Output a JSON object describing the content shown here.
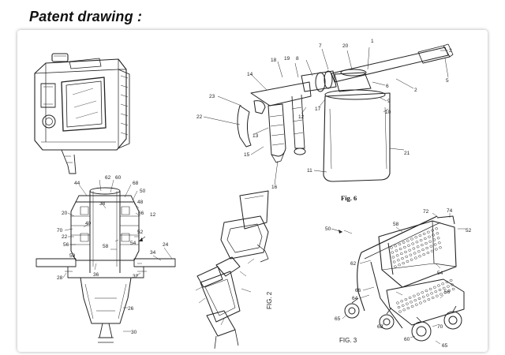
{
  "header": {
    "title": "Patent drawing :"
  },
  "figures": {
    "camera": {
      "icon": "action-camera-housing-drawing"
    },
    "sprayer": {
      "caption": "Fig. 6",
      "labels": [
        "1",
        "20",
        "7",
        "19",
        "8",
        "18",
        "14",
        "23",
        "22",
        "13",
        "15",
        "16",
        "17",
        "12",
        "6",
        "2",
        "5",
        "3",
        "9",
        "10",
        "21",
        "11"
      ]
    },
    "cross_section": {
      "labels": [
        "62",
        "60",
        "44",
        "68",
        "50",
        "48",
        "38",
        "66",
        "12",
        "20",
        "70",
        "22",
        "56",
        "58",
        "40",
        "54",
        "52",
        "59",
        "24",
        "34",
        "28",
        "32",
        "36",
        "26",
        "30"
      ]
    },
    "buckle": {
      "caption": "FIG. 2"
    },
    "cart": {
      "caption": "FIG. 3",
      "labels": [
        "72",
        "74",
        "50",
        "58",
        "52",
        "62",
        "54",
        "66",
        "64",
        "56",
        "65",
        "68",
        "70",
        "60",
        "65"
      ]
    }
  }
}
